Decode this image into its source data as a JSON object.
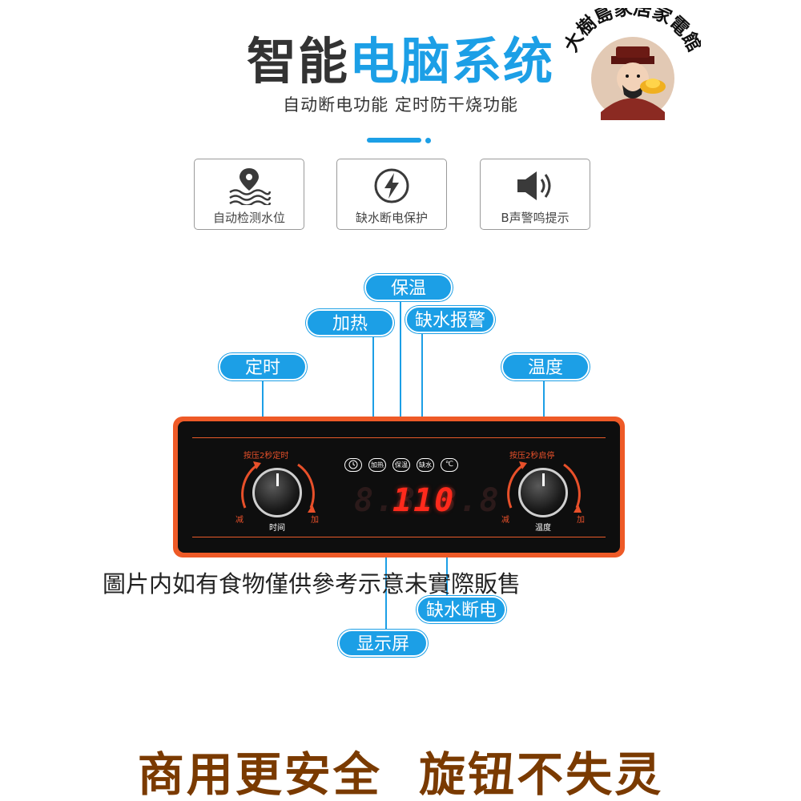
{
  "header": {
    "title_dark": "智能",
    "title_blue": "电脑系统",
    "subtitle": "自动断电功能 定时防干烧功能"
  },
  "seal": {
    "text": "大樹島家居家電館"
  },
  "features": [
    {
      "icon": "water-level-icon",
      "label": "自动检测水位"
    },
    {
      "icon": "lightning-icon",
      "label": "缺水断电保护"
    },
    {
      "icon": "speaker-icon",
      "label": "B声警鸣提示"
    }
  ],
  "callouts": {
    "keep_warm": "保温",
    "heating": "加热",
    "low_water_alarm": "缺水报警",
    "timer": "定时",
    "temperature": "温度",
    "low_water_cutoff": "缺水断电",
    "display": "显示屏"
  },
  "panel": {
    "left_knob_top": "按压2秒定时",
    "left_knob_minus": "减",
    "left_knob_plus": "加",
    "left_knob_bottom": "时间",
    "right_knob_top": "按压2秒启停",
    "right_knob_minus": "减",
    "right_knob_plus": "加",
    "right_knob_bottom": "温度",
    "btn_heat": "加热",
    "btn_warm": "保温",
    "btn_water": "缺水",
    "btn_celsius": "℃",
    "display_ghost": "8.8.8.8",
    "display_value": "110"
  },
  "disclaimer": "圖片内如有食物僅供參考示意未實際販售",
  "slogan": "商用更安全  旋钮不失灵",
  "colors": {
    "accent_blue": "#1c9fe6",
    "panel_orange": "#ee5a27",
    "digit_red": "#ff2a1c",
    "slogan_brown": "#7a3a00"
  }
}
